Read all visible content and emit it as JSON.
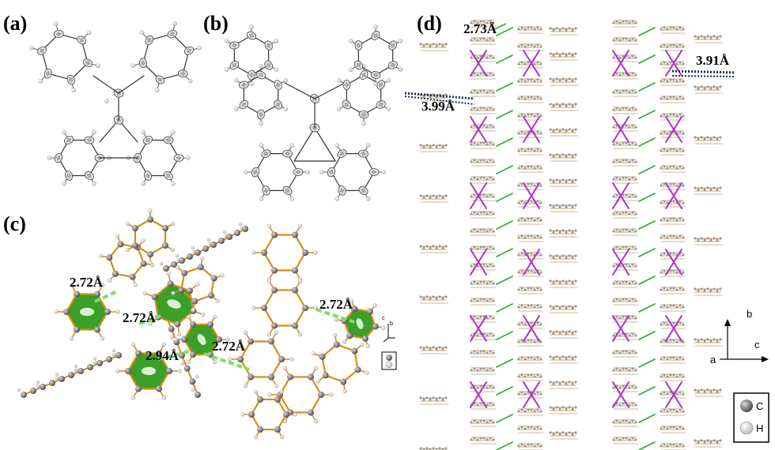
{
  "panels": {
    "a": "(a)",
    "b": "(b)",
    "c": "(c)",
    "d": "(d)"
  },
  "distances_c": [
    "2.72Å",
    "2.72Å",
    "2.94Å",
    "2.72Å",
    "2.72Å"
  ],
  "distances_d": [
    "2.73Å",
    "3.91Å",
    "3.99Å"
  ],
  "axes_c": {
    "b": "b",
    "c": "c"
  },
  "axes_d": {
    "b": "b",
    "a": "a",
    "c": "c"
  },
  "legend": {
    "carbon": "C",
    "hydrogen": "H"
  },
  "colors": {
    "ellipsoid": "#7a7a7a",
    "hydrogen": "#f0f0f0",
    "bond_orange": "#e08a10",
    "ring_green": "#3aa02a",
    "hbond_green": "#7ae060",
    "pi_purple": "#b030c8",
    "contact_dark": "#1a2a4a"
  }
}
